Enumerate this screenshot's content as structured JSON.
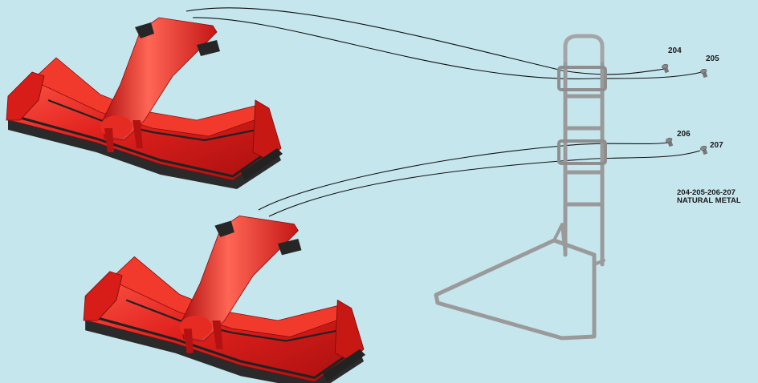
{
  "parts": [
    {
      "number": "204",
      "icon": "screw-icon"
    },
    {
      "number": "205",
      "icon": "screw-icon"
    },
    {
      "number": "206",
      "icon": "screw-icon"
    },
    {
      "number": "207",
      "icon": "screw-icon"
    }
  ],
  "note": {
    "line1": "204-205-206-207",
    "line2": "NATURAL METAL"
  },
  "components": {
    "wing_top": "front-wing",
    "wing_bottom": "front-wing",
    "stand": "wall-stand"
  },
  "colors": {
    "background": "#c6e6ee",
    "wing_red": "#e0211d",
    "wing_dark": "#2a2a2a",
    "stand_metal": "#a8a8a8",
    "leader_line": "#111111"
  }
}
